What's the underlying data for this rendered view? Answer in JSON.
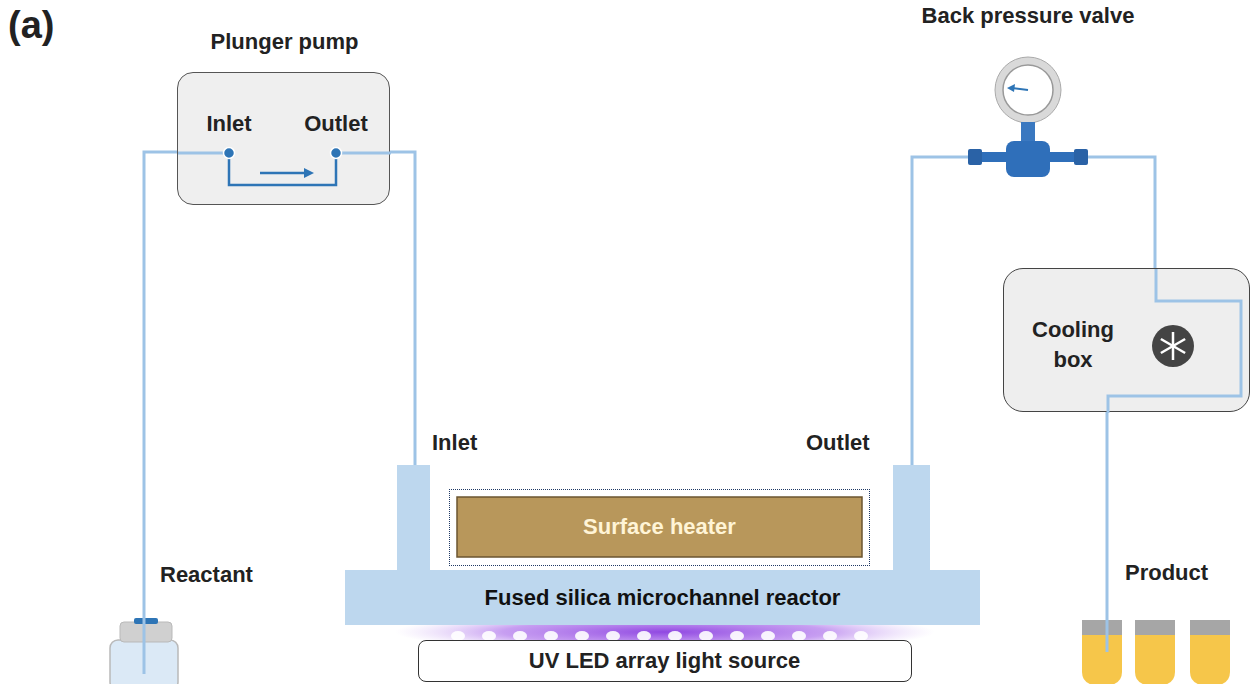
{
  "diagram": {
    "nodes": [
      {
        "text": [
          "Plunger pump",
          "Inlet",
          "Outlet"
        ]
      },
      {
        "text": [
          "Reactant"
        ]
      },
      {
        "text": [
          "Surface heater"
        ]
      },
      {
        "text": [
          "Fused silica microchannel reactor"
        ]
      },
      {
        "text": [
          "UV LED array light source"
        ]
      },
      {
        "text": [
          "Back pressure valve"
        ]
      },
      {
        "text": [
          "Cooling box"
        ]
      },
      {
        "text": [
          "Product"
        ]
      }
    ],
    "edges": [
      {
        "from": 1,
        "to": 0,
        "arrow": "none"
      },
      {
        "from": 0,
        "to": 3,
        "arrow": "none"
      },
      {
        "from": 3,
        "to": 5,
        "arrow": "none"
      },
      {
        "from": 5,
        "to": 6,
        "arrow": "none"
      },
      {
        "from": 6,
        "to": 7,
        "arrow": "none"
      }
    ],
    "labels": [
      "(a)",
      "Inlet",
      "Outlet"
    ]
  }
}
